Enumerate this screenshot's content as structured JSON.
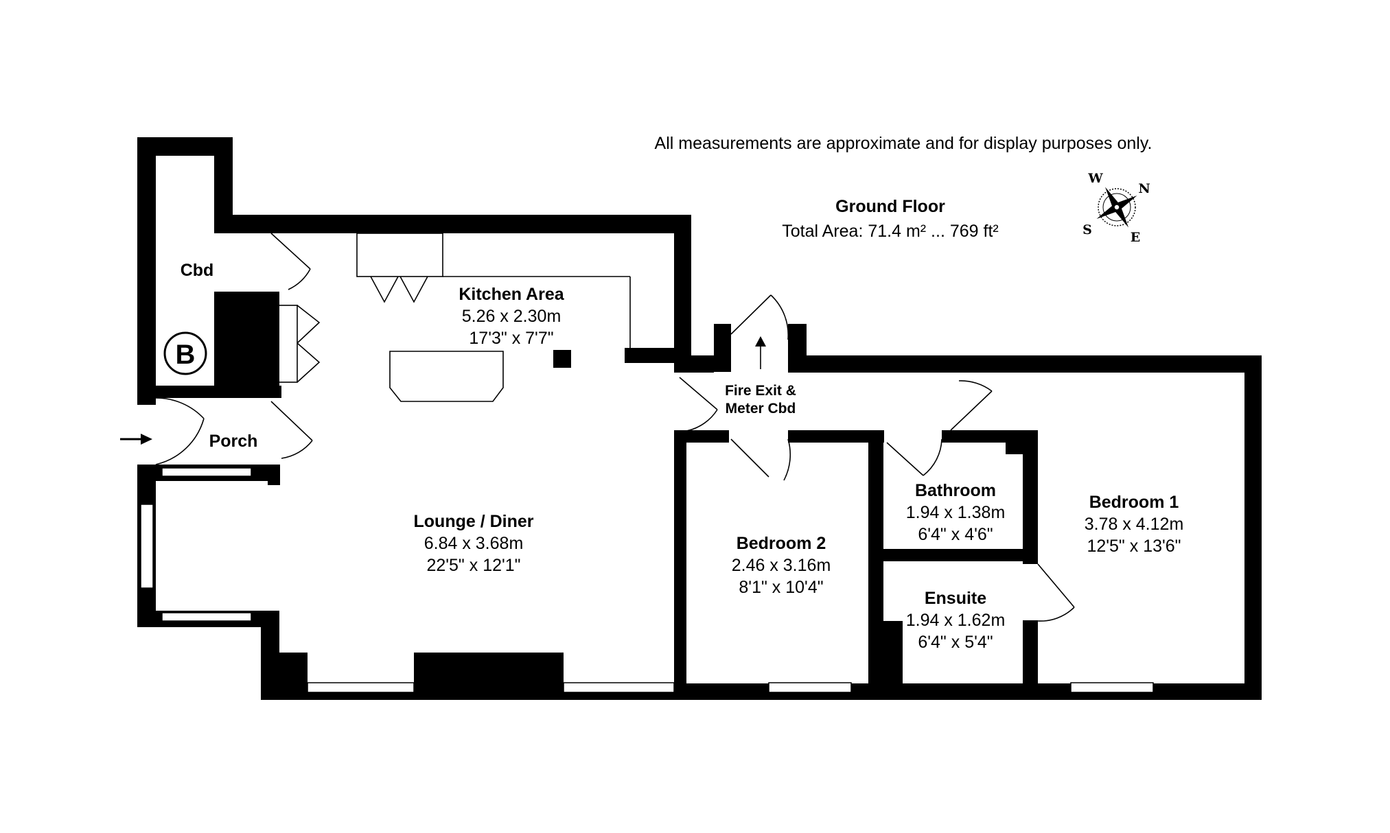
{
  "header": {
    "disclaimer": "All measurements are approximate and for display purposes only.",
    "floor_name": "Ground Floor",
    "total_area": "Total Area: 71.4 m² ... 769 ft²"
  },
  "compass": {
    "n": "N",
    "e": "E",
    "s": "S",
    "w": "W"
  },
  "rooms": {
    "cbd": {
      "name": "Cbd"
    },
    "porch": {
      "name": "Porch"
    },
    "kitchen": {
      "name": "Kitchen Area",
      "metric": "5.26 x 2.30m",
      "imperial": "17'3\" x 7'7\""
    },
    "lounge": {
      "name": "Lounge / Diner",
      "metric": "6.84 x 3.68m",
      "imperial": "22'5\" x 12'1\""
    },
    "fire_exit": {
      "line1": "Fire Exit &",
      "line2": "Meter Cbd"
    },
    "bedroom2": {
      "name": "Bedroom 2",
      "metric": "2.46 x 3.16m",
      "imperial": "8'1\" x 10'4\""
    },
    "bathroom": {
      "name": "Bathroom",
      "metric": "1.94 x 1.38m",
      "imperial": "6'4\" x 4'6\""
    },
    "ensuite": {
      "name": "Ensuite",
      "metric": "1.94 x 1.62m",
      "imperial": "6'4\" x 5'4\""
    },
    "bedroom1": {
      "name": "Bedroom 1",
      "metric": "3.78 x 4.12m",
      "imperial": "12'5\" x 13'6\""
    }
  },
  "boiler": {
    "label": "B"
  }
}
